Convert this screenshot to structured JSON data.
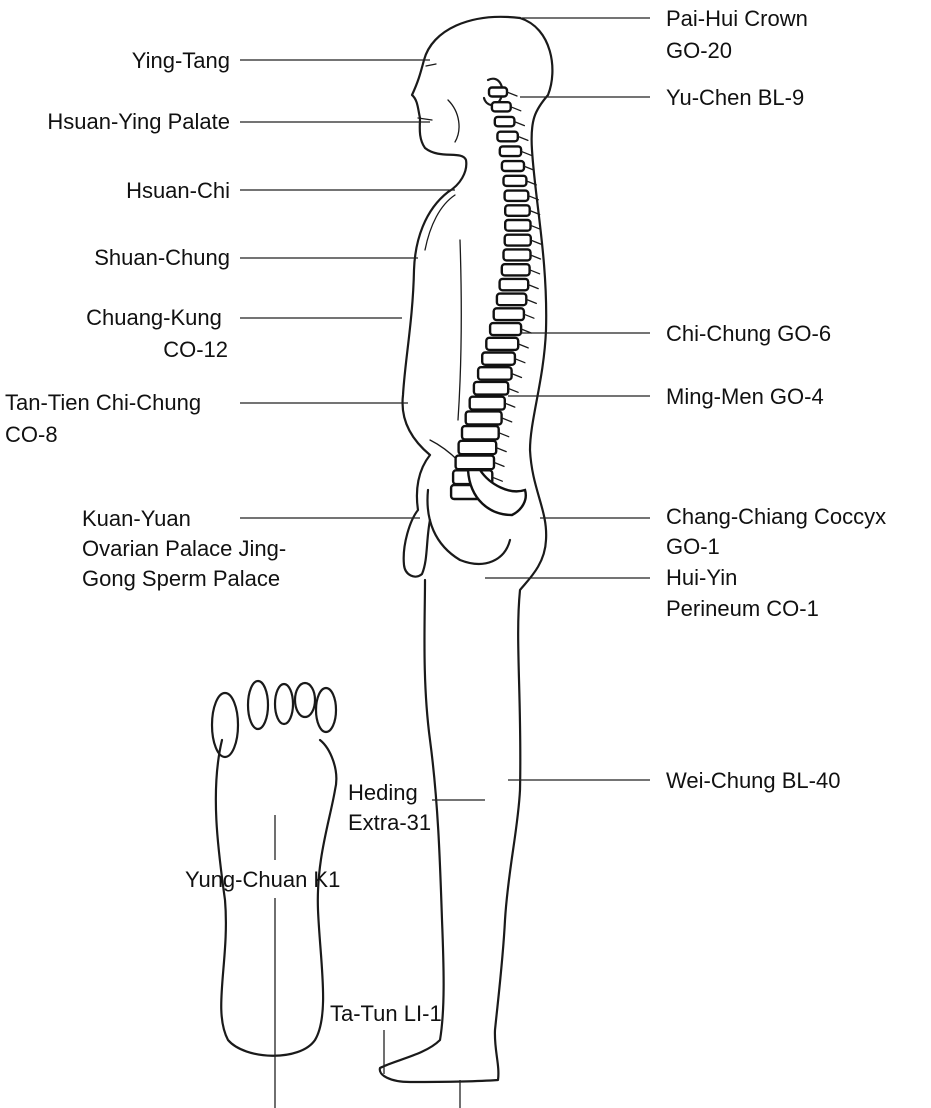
{
  "colors": {
    "ink": "#111111",
    "background": "#ffffff"
  },
  "labels": {
    "ying_tang": [
      "Ying-Tang"
    ],
    "hsuan_ying": [
      "Hsuan-Ying Palate"
    ],
    "hsuan_chi": [
      "Hsuan-Chi"
    ],
    "shuan_chung": [
      "Shuan-Chung"
    ],
    "chuang_kung": [
      "Chuang-Kung",
      "CO-12"
    ],
    "tan_tien": [
      "Tan-Tien Chi-Chung",
      "CO-8"
    ],
    "kuan_yuan": [
      "Kuan-Yuan",
      "Ovarian Palace Jing-",
      "Gong Sperm Palace"
    ],
    "pai_hui": [
      "Pai-Hui Crown",
      "GO-20"
    ],
    "yu_chen": [
      "Yu-Chen BL-9"
    ],
    "chi_chung": [
      "Chi-Chung GO-6"
    ],
    "ming_men": [
      "Ming-Men GO-4"
    ],
    "chang_chiang": [
      "Chang-Chiang Coccyx",
      "GO-1"
    ],
    "hui_yin": [
      "Hui-Yin",
      "Perineum CO-1"
    ],
    "wei_chung": [
      "Wei-Chung BL-40"
    ],
    "heding": [
      "Heding",
      "Extra-31"
    ],
    "yung_chuan": [
      "Yung-Chuan K1"
    ],
    "ta_tun": [
      "Ta-Tun LI-1"
    ]
  }
}
